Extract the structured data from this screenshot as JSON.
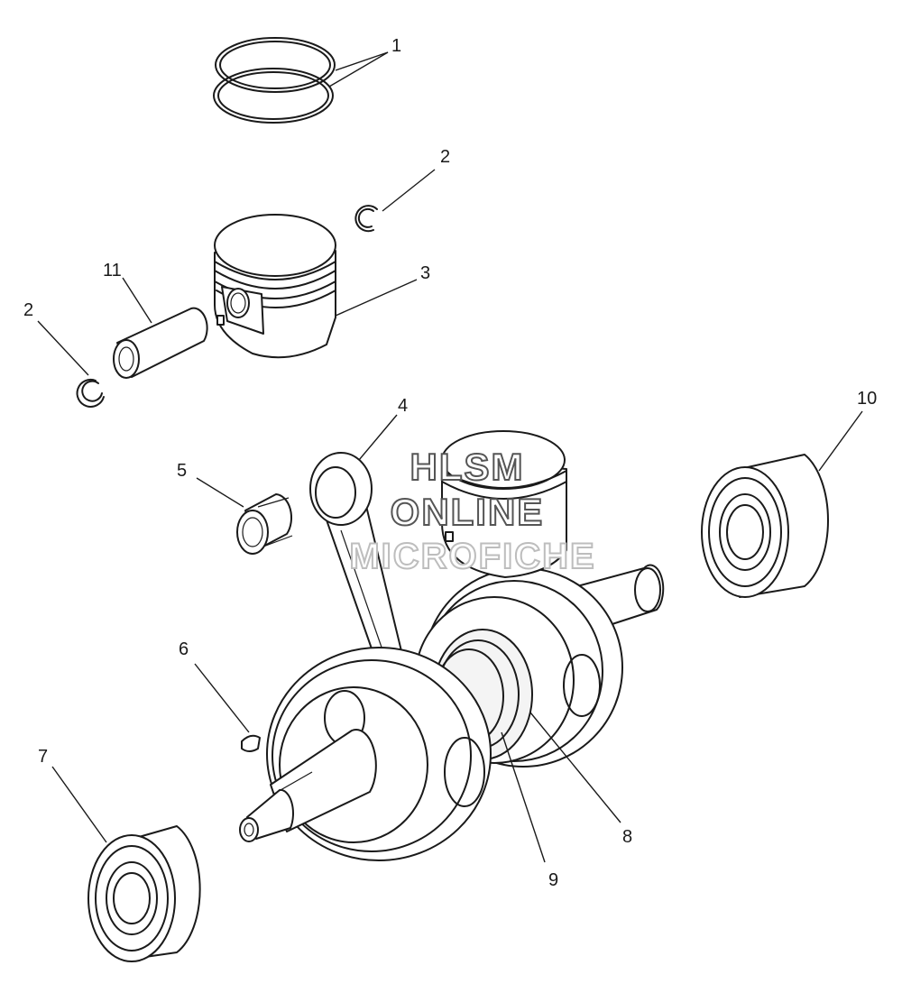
{
  "callouts": {
    "piston_rings": "1",
    "circlip_right": "2",
    "circlip_left": "2",
    "piston": "3",
    "connecting_rod": "4",
    "needle_bearing": "5",
    "woodruff_key": "6",
    "main_bearing_left": "7",
    "crankshaft_seal": "8",
    "crank_pin_washer": "9",
    "main_bearing_right": "10",
    "piston_pin": "11"
  },
  "watermark": {
    "line1": "HLSM",
    "line2": "ONLINE",
    "line3": "MICROFICHE"
  },
  "colors": {
    "line": "#1a1a1a",
    "background": "#ffffff",
    "watermark_stroke": "#555555",
    "watermark_faint": "#bdbdbd"
  }
}
